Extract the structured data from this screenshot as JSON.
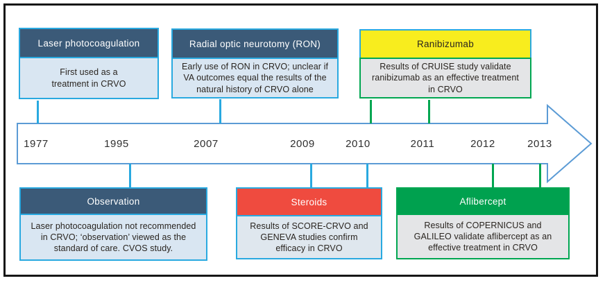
{
  "palette": {
    "frame_black": "#161616",
    "arrow_outline_blue": "#5b9bd5",
    "connector_blue": "#29a9e0",
    "connector_green": "#00a651",
    "header_dark_blue": "#3b5a78",
    "header_red": "#ef4b3f",
    "header_green": "#00a14f",
    "header_yellow": "#f8ed1e",
    "body_light_blue": "#d9e6f2",
    "body_light_gray": "#e4e5e7"
  },
  "timeline": {
    "direction": "left-to-right",
    "years": [
      "1977",
      "1995",
      "2007",
      "2009",
      "2010",
      "2011",
      "2012",
      "2013"
    ]
  },
  "events": [
    {
      "title": "Laser photocoagulation",
      "body": "First used as a\ntreatment in CRVO",
      "side": "top",
      "years": [
        "1977"
      ],
      "header_color": "#3b5a78"
    },
    {
      "title": "Radial optic neurotomy (RON)",
      "body": "Early use of RON in CRVO; unclear if\nVA outcomes equal the results of the\nnatural history of CRVO alone",
      "side": "top",
      "years": [
        "2007"
      ],
      "header_color": "#3b5a78"
    },
    {
      "title": "Ranibizumab",
      "body": "Results of CRUISE study validate\nranibizumab as an effective treatment\nin CRVO",
      "side": "top",
      "years": [
        "2010",
        "2011"
      ],
      "header_color": "#f8ed1e"
    },
    {
      "title": "Observation",
      "body": "Laser photocoagulation not recommended\nin CRVO; ‘observation’ viewed as the\nstandard of care. CVOS study.",
      "side": "bottom",
      "years": [
        "1995"
      ],
      "header_color": "#3b5a78"
    },
    {
      "title": "Steroids",
      "body": "Results of SCORE-CRVO and\nGENEVA studies confirm\nefficacy in CRVO",
      "side": "bottom",
      "years": [
        "2009",
        "2010"
      ],
      "header_color": "#ef4b3f"
    },
    {
      "title": "Aflibercept",
      "body": "Results of COPERNICUS and\nGALILEO validate aflibercept as an\neffective treatment in CRVO",
      "side": "bottom",
      "years": [
        "2012",
        "2013"
      ],
      "header_color": "#00a14f"
    }
  ]
}
